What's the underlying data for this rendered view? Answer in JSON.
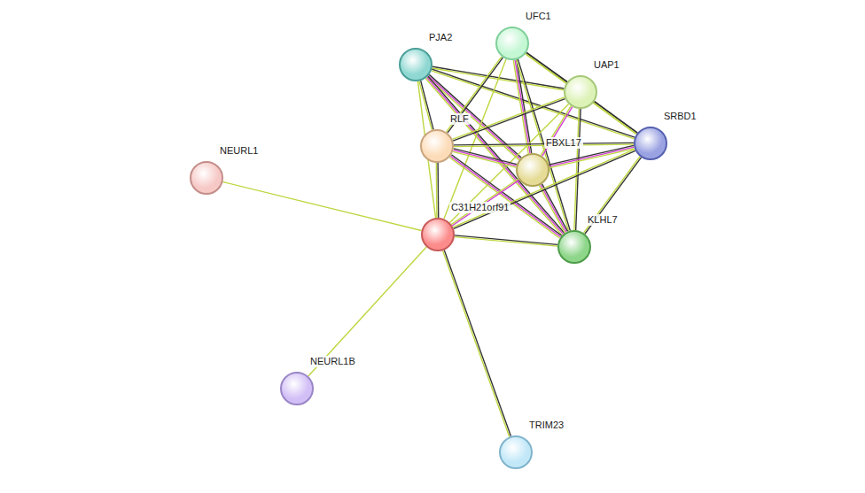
{
  "diagram": {
    "nodes": [
      {
        "text": [
          "UFC1"
        ]
      },
      {
        "text": [
          "PJA2"
        ]
      },
      {
        "text": [
          "UAP1"
        ]
      },
      {
        "text": [
          "SRBD1"
        ]
      },
      {
        "text": [
          "RLF"
        ]
      },
      {
        "text": [
          "FBXL17"
        ]
      },
      {
        "text": [
          "NEURL1"
        ]
      },
      {
        "text": [
          "C31H21orf91"
        ]
      },
      {
        "text": [
          "KLHL7"
        ]
      },
      {
        "text": [
          "NEURL1B"
        ]
      },
      {
        "text": [
          "TRIM23"
        ]
      }
    ],
    "edges": [
      {
        "from": 1,
        "to": 2,
        "arrow": "none"
      },
      {
        "from": 1,
        "to": 3,
        "arrow": "none"
      },
      {
        "from": 1,
        "to": 4,
        "arrow": "none"
      },
      {
        "from": 1,
        "to": 5,
        "arrow": "none"
      },
      {
        "from": 1,
        "to": 8,
        "arrow": "none"
      },
      {
        "from": 1,
        "to": 7,
        "arrow": "none"
      },
      {
        "from": 0,
        "to": 4,
        "arrow": "none"
      },
      {
        "from": 0,
        "to": 2,
        "arrow": "none"
      },
      {
        "from": 0,
        "to": 5,
        "arrow": "none"
      },
      {
        "from": 0,
        "to": 8,
        "arrow": "none"
      },
      {
        "from": 0,
        "to": 7,
        "arrow": "none"
      },
      {
        "from": 0,
        "to": 3,
        "arrow": "none"
      },
      {
        "from": 2,
        "to": 4,
        "arrow": "none"
      },
      {
        "from": 2,
        "to": 5,
        "arrow": "none"
      },
      {
        "from": 2,
        "to": 8,
        "arrow": "none"
      },
      {
        "from": 2,
        "to": 3,
        "arrow": "none"
      },
      {
        "from": 2,
        "to": 7,
        "arrow": "none"
      },
      {
        "from": 4,
        "to": 5,
        "arrow": "none"
      },
      {
        "from": 4,
        "to": 8,
        "arrow": "none"
      },
      {
        "from": 4,
        "to": 3,
        "arrow": "none"
      },
      {
        "from": 4,
        "to": 7,
        "arrow": "none"
      },
      {
        "from": 5,
        "to": 8,
        "arrow": "none"
      },
      {
        "from": 5,
        "to": 3,
        "arrow": "none"
      },
      {
        "from": 5,
        "to": 7,
        "arrow": "none"
      },
      {
        "from": 3,
        "to": 8,
        "arrow": "none"
      },
      {
        "from": 3,
        "to": 7,
        "arrow": "none"
      },
      {
        "from": 7,
        "to": 8,
        "arrow": "none"
      },
      {
        "from": 7,
        "to": 6,
        "arrow": "none"
      },
      {
        "from": 7,
        "to": 9,
        "arrow": "none"
      },
      {
        "from": 7,
        "to": 10,
        "arrow": "none"
      }
    ]
  }
}
